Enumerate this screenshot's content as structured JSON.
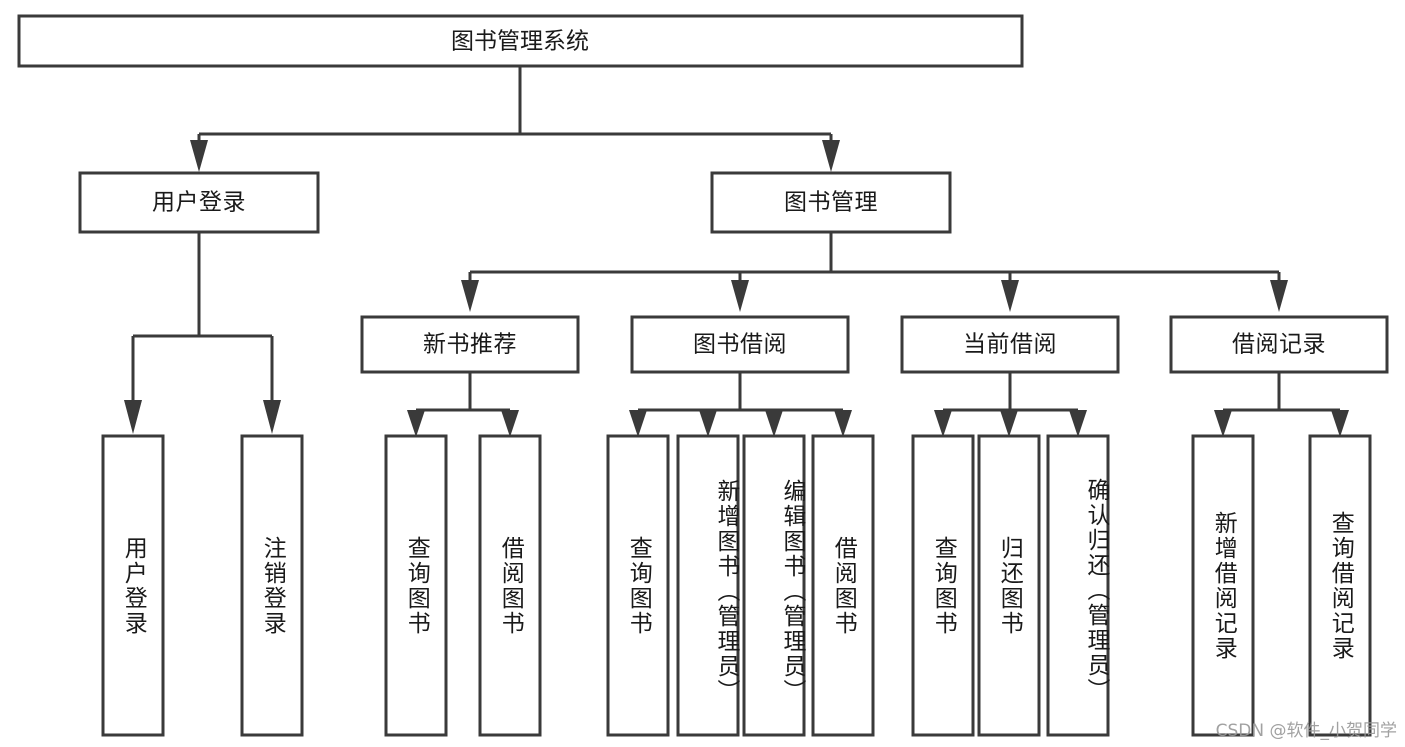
{
  "diagram": {
    "title": "图书管理系统",
    "type": "tree-hierarchy-diagram",
    "colors": {
      "stroke": "#3a3a3a",
      "fill": "#ffffff",
      "text": "#1a1a1a",
      "watermark": "#9a9a9a"
    },
    "root": {
      "label": "图书管理系统"
    },
    "level2": [
      {
        "label": "用户登录"
      },
      {
        "label": "图书管理"
      }
    ],
    "level3": [
      {
        "label": "新书推荐"
      },
      {
        "label": "图书借阅"
      },
      {
        "label": "当前借阅"
      },
      {
        "label": "借阅记录"
      }
    ],
    "leaves": {
      "user_login": [
        {
          "label": "用户登录"
        },
        {
          "label": "注销登录"
        }
      ],
      "new_book_recommend": [
        {
          "label": "查询图书"
        },
        {
          "label": "借阅图书"
        }
      ],
      "book_borrow": [
        {
          "label": "查询图书"
        },
        {
          "label": "新增图书（管理员）"
        },
        {
          "label": "编辑图书（管理员）"
        },
        {
          "label": "借阅图书"
        }
      ],
      "current_borrow": [
        {
          "label": "查询图书"
        },
        {
          "label": "归还图书"
        },
        {
          "label": "确认归还（管理员）"
        }
      ],
      "borrow_record": [
        {
          "label": "新增借阅记录"
        },
        {
          "label": "查询借阅记录"
        }
      ]
    }
  },
  "watermark": {
    "text": "CSDN @软件_小贺同学"
  }
}
